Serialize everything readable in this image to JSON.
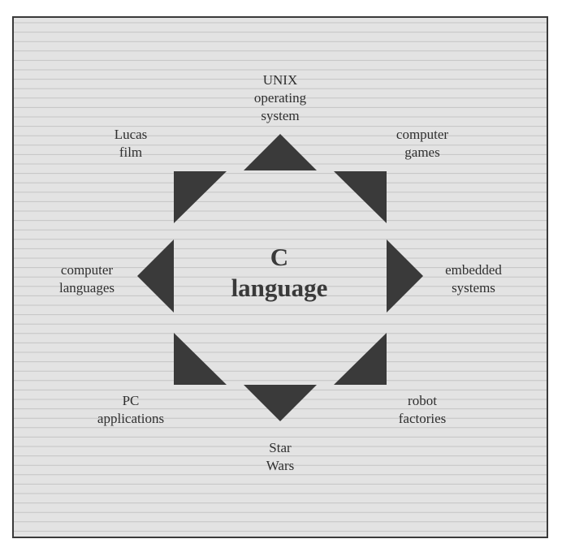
{
  "center": {
    "line1": "C",
    "line2": "language"
  },
  "labels": {
    "top": [
      "UNIX",
      "operating",
      "system"
    ],
    "top_left": [
      "Lucas",
      "film"
    ],
    "top_right": [
      "computer",
      "games"
    ],
    "left": [
      "computer",
      "languages"
    ],
    "right": [
      "embedded",
      "systems"
    ],
    "bottom_left": [
      "PC",
      "applications"
    ],
    "bottom_right": [
      "robot",
      "factories"
    ],
    "bottom": [
      "Star",
      "Wars"
    ]
  },
  "colors": {
    "background": "#e3e3e3",
    "stripe": "#c4c4c4",
    "triangle": "#3a3a3a",
    "border": "#3a3a3a"
  }
}
